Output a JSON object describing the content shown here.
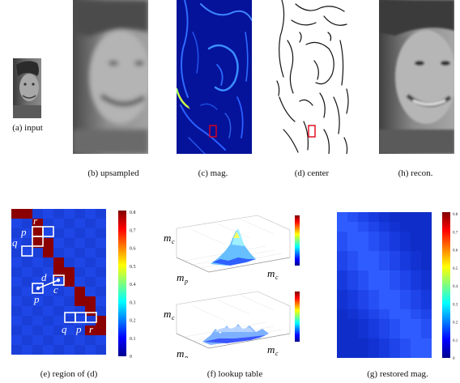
{
  "captions": {
    "a": "(a) input",
    "b": "(b) upsampled",
    "c": "(c) mag.",
    "d": "(d) center",
    "h": "(h) recon.",
    "e": "(e) region  of (d)",
    "f": "(f) lookup table",
    "g": "(g) restored mag."
  },
  "panel_e": {
    "colorbar_ticks": [
      "0.8",
      "0.7",
      "0.6",
      "0.5",
      "0.4",
      "0.3",
      "0.2",
      "0.1",
      "0"
    ],
    "labels": {
      "p1": "p",
      "r1": "r",
      "q1": "q",
      "d": "d",
      "c": "c",
      "p2": "p",
      "q2": "q",
      "p3": "p",
      "r2": "r"
    }
  },
  "panel_f": {
    "axis_labels": {
      "top_z": "m",
      "top_z_sub": "c",
      "top_x": "m",
      "top_x_sub": "p",
      "top_y": "m",
      "top_y_sub": "c",
      "bot_z": "m",
      "bot_z_sub": "c",
      "bot_x": "m",
      "bot_x_sub": "p",
      "bot_y": "m",
      "bot_y_sub": "c"
    }
  },
  "panel_g": {
    "colorbar_ticks": [
      "0.8",
      "0.7",
      "0.6",
      "0.5",
      "0.4",
      "0.3",
      "0.2",
      "0.1",
      "0"
    ]
  },
  "colors": {
    "jet_dark_blue": "#00008f",
    "jet_blue": "#1e3cff",
    "jet_red": "#8b0000",
    "highlight_red": "#e0001a"
  }
}
